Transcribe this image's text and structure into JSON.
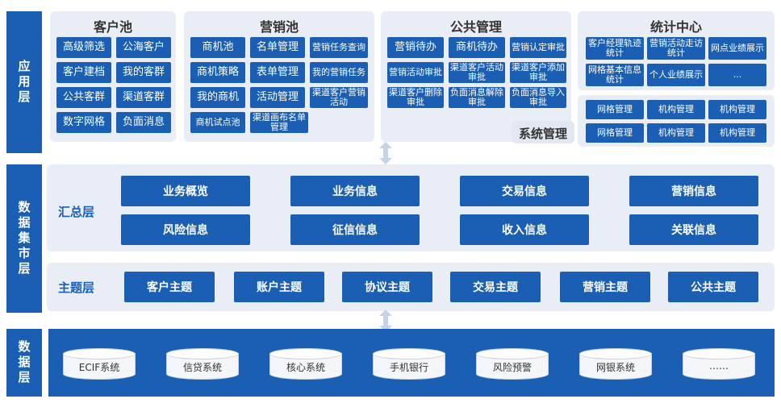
{
  "layers": {
    "app": "应用层",
    "mart": "数据集市层",
    "data": "数据层"
  },
  "app": {
    "customer_pool": {
      "title": "客户池",
      "items": [
        "高级筛选",
        "公海客户",
        "客户建档",
        "我的客群",
        "公共客群",
        "渠道客群",
        "数字网格",
        "负面消息"
      ]
    },
    "marketing_pool": {
      "title": "营销池",
      "items": [
        "商机池",
        "名单管理",
        "营销任务查询",
        "商机策略",
        "表单管理",
        "我的营销任务",
        "我的商机",
        "活动管理",
        "渠道客户营销活动",
        "商机试点池",
        "渠道画布名单管理"
      ]
    },
    "public_mgmt": {
      "title": "公共管理",
      "items": [
        "营销待办",
        "商机待办",
        "营销认定审批",
        "营销活动审批",
        "渠道客户活动审批",
        "渠道客户添加审批",
        "渠道客户删除审批",
        "负面消息解除审批",
        "负面消息导入审批"
      ],
      "system_label": "系统管理"
    },
    "stats_center": {
      "title": "统计中心",
      "items": [
        "客户经理轨迹统计",
        "营销活动走访统计",
        "网点业绩展示",
        "网格基本信息统计",
        "个人业绩展示",
        "..."
      ]
    },
    "system_mgmt": {
      "items": [
        "网格管理",
        "机构管理",
        "机构管理",
        "网格管理",
        "机构管理",
        "机构管理"
      ]
    }
  },
  "summary": {
    "label": "汇总层",
    "items": [
      "业务概览",
      "业务信息",
      "交易信息",
      "营销信息",
      "风险信息",
      "征信信息",
      "收入信息",
      "关联信息"
    ]
  },
  "theme": {
    "label": "主题层",
    "items": [
      "客户主题",
      "账户主题",
      "协议主题",
      "交易主题",
      "营销主题",
      "公共主题"
    ]
  },
  "sources": [
    "ECIF系统",
    "信贷系统",
    "核心系统",
    "手机银行",
    "风险预警",
    "网银系统",
    "……"
  ]
}
